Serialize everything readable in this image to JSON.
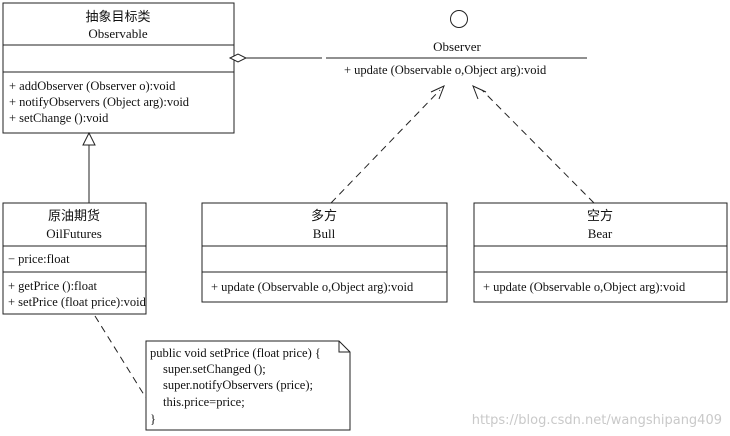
{
  "diagram": {
    "observable": {
      "stereotype": "抽象目标类",
      "name": "Observable",
      "methods": [
        "+ addObserver (Observer o):void",
        "+ notifyObservers (Object arg):void",
        "+ setChange ():void"
      ]
    },
    "observer": {
      "name": "Observer",
      "methods": [
        "+ update (Observable o,Object arg):void"
      ]
    },
    "oil_futures": {
      "stereotype": "原油期货",
      "name": "OilFutures",
      "attributes": [
        "− price:float"
      ],
      "methods": [
        "+ getPrice ():float",
        "+ setPrice (float price):void"
      ]
    },
    "bull": {
      "stereotype": "多方",
      "name": "Bull",
      "methods": [
        "+ update (Observable o,Object arg):void"
      ]
    },
    "bear": {
      "stereotype": "空方",
      "name": "Bear",
      "methods": [
        "+ update (Observable o,Object arg):void"
      ]
    },
    "note": {
      "lines": [
        "public void setPrice (float price) {",
        "super.setChanged ();",
        "super.notifyObservers (price);",
        "this.price=price;",
        "}"
      ]
    }
  },
  "watermark": "https://blog.csdn.net/wangshipang409",
  "colors": {
    "line": "#222222",
    "text": "#111111",
    "watermark": "#c9c9c9"
  }
}
